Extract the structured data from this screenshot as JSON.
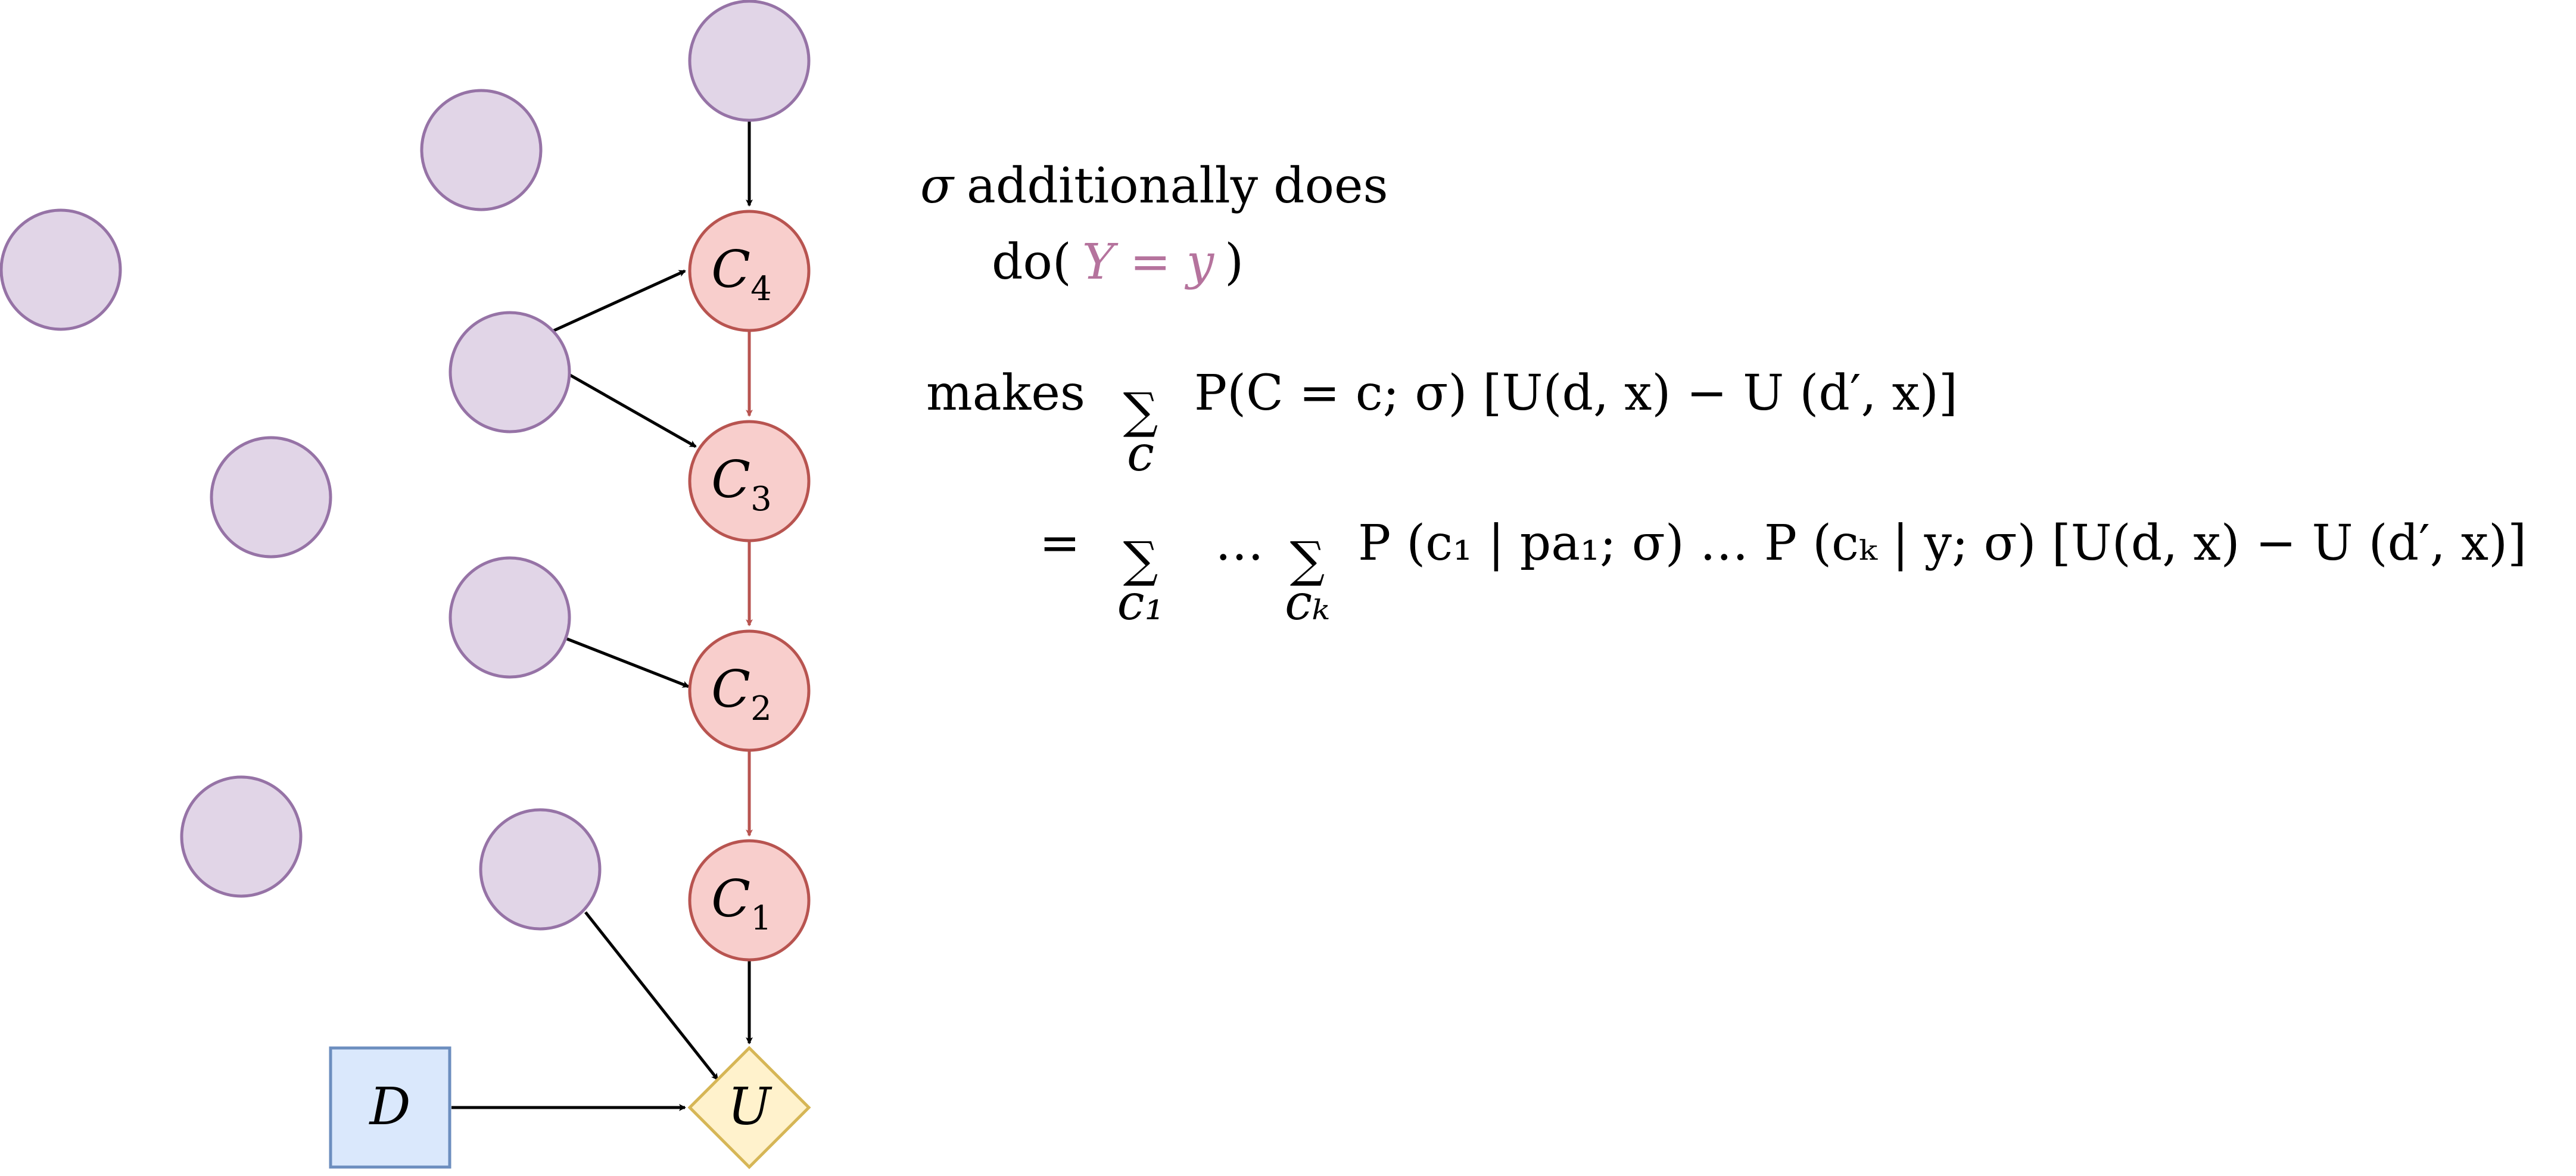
{
  "colors": {
    "context_fill": "#e1d5e7",
    "context_stroke": "#9673a6",
    "chain_fill": "#f8cecc",
    "chain_stroke": "#b85450",
    "decision_fill": "#dae8fc",
    "decision_stroke": "#6c8ebf",
    "utility_fill": "#fff2cc",
    "utility_stroke": "#d6b656",
    "intervention_text": "#b5739d"
  },
  "nodes": {
    "c4": {
      "letter": "C",
      "sub": "4"
    },
    "c3": {
      "letter": "C",
      "sub": "3"
    },
    "c2": {
      "letter": "C",
      "sub": "2"
    },
    "c1": {
      "letter": "C",
      "sub": "1"
    },
    "decision": {
      "letter": "D"
    },
    "utility": {
      "letter": "U"
    }
  },
  "annotation": {
    "line1_prefix": "σ",
    "line1_text": "additionally does",
    "do_open": "do(",
    "do_expr": "Y = y",
    "do_close": ")",
    "makes_word": "makes",
    "eq1_sum_index": "c",
    "eq1_body": "P(C = c; σ) [U(d, x) − U (d′, x)]",
    "eq2_prefix": "=",
    "eq2_sum1_index": "c₁",
    "eq2_dots": "…",
    "eq2_sum2_index": "cₖ",
    "eq2_body": "P (c₁ | pa₁; σ) … P (cₖ | y; σ) [U(d, x) − U (d′, x)]"
  }
}
